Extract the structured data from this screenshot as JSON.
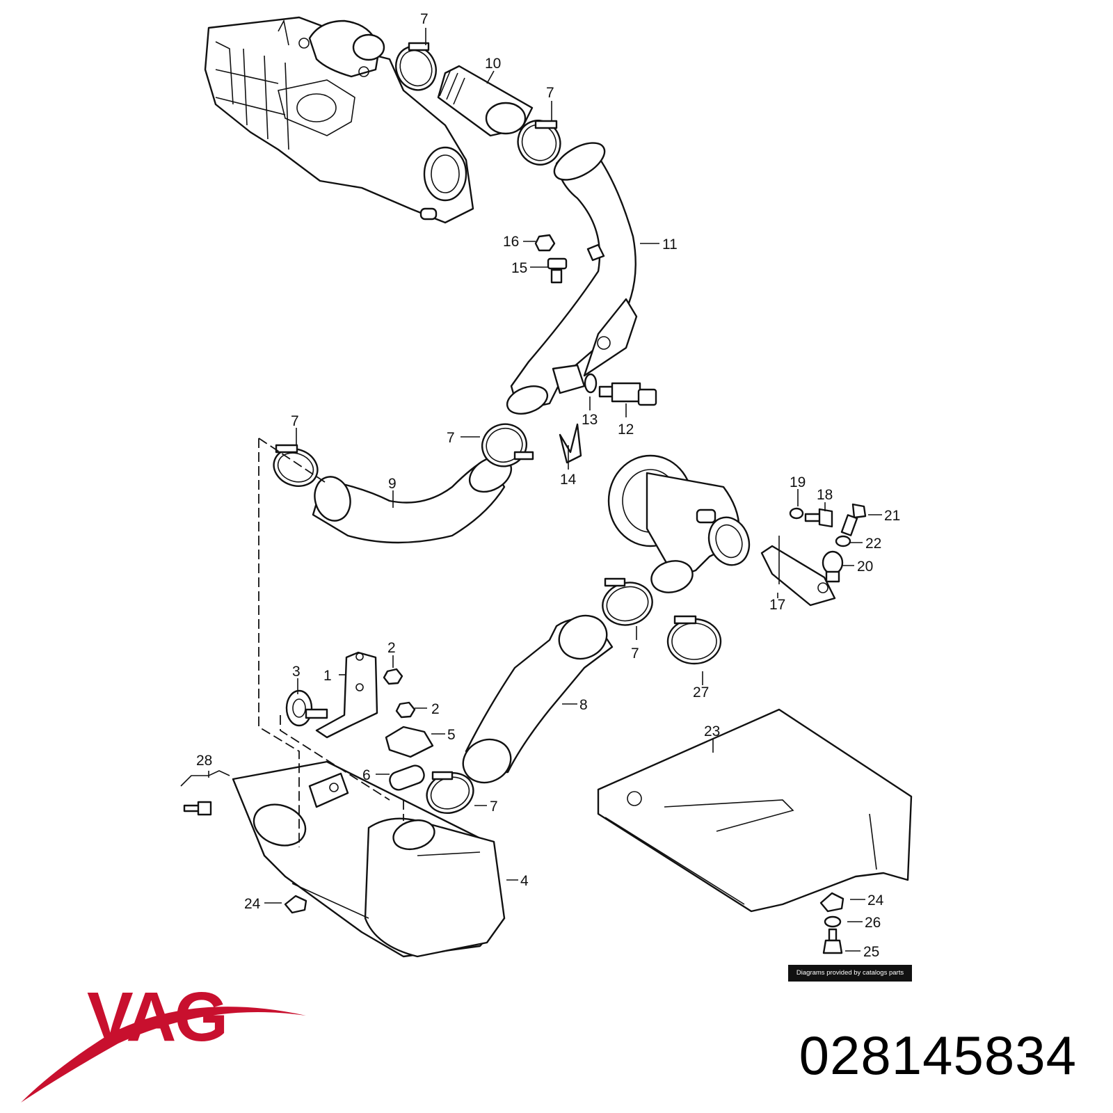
{
  "diagram": {
    "callouts": [
      {
        "id": "c7a",
        "label": "7"
      },
      {
        "id": "c10",
        "label": "10"
      },
      {
        "id": "c7b",
        "label": "7"
      },
      {
        "id": "c11",
        "label": "11"
      },
      {
        "id": "c16",
        "label": "16"
      },
      {
        "id": "c15",
        "label": "15"
      },
      {
        "id": "c13",
        "label": "13"
      },
      {
        "id": "c12",
        "label": "12"
      },
      {
        "id": "c7c",
        "label": "7"
      },
      {
        "id": "c7d",
        "label": "7"
      },
      {
        "id": "c14",
        "label": "14"
      },
      {
        "id": "c9",
        "label": "9"
      },
      {
        "id": "c19",
        "label": "19"
      },
      {
        "id": "c18",
        "label": "18"
      },
      {
        "id": "c21",
        "label": "21"
      },
      {
        "id": "c22",
        "label": "22"
      },
      {
        "id": "c20",
        "label": "20"
      },
      {
        "id": "c17",
        "label": "17"
      },
      {
        "id": "c7e",
        "label": "7"
      },
      {
        "id": "c27",
        "label": "27"
      },
      {
        "id": "c2a",
        "label": "2"
      },
      {
        "id": "c3",
        "label": "3"
      },
      {
        "id": "c1",
        "label": "1"
      },
      {
        "id": "c8",
        "label": "8"
      },
      {
        "id": "c2b",
        "label": "2"
      },
      {
        "id": "c5",
        "label": "5"
      },
      {
        "id": "c23",
        "label": "23"
      },
      {
        "id": "c28",
        "label": "28"
      },
      {
        "id": "c6",
        "label": "6"
      },
      {
        "id": "c7f",
        "label": "7"
      },
      {
        "id": "c4",
        "label": "4"
      },
      {
        "id": "c24a",
        "label": "24"
      },
      {
        "id": "c24b",
        "label": "24"
      },
      {
        "id": "c26",
        "label": "26"
      },
      {
        "id": "c25",
        "label": "25"
      }
    ],
    "credit": "Diagrams provided by catalogs parts"
  },
  "brand": {
    "logo_text": "VAG",
    "part_number": "028145834",
    "logo_color": "#c8102e"
  }
}
